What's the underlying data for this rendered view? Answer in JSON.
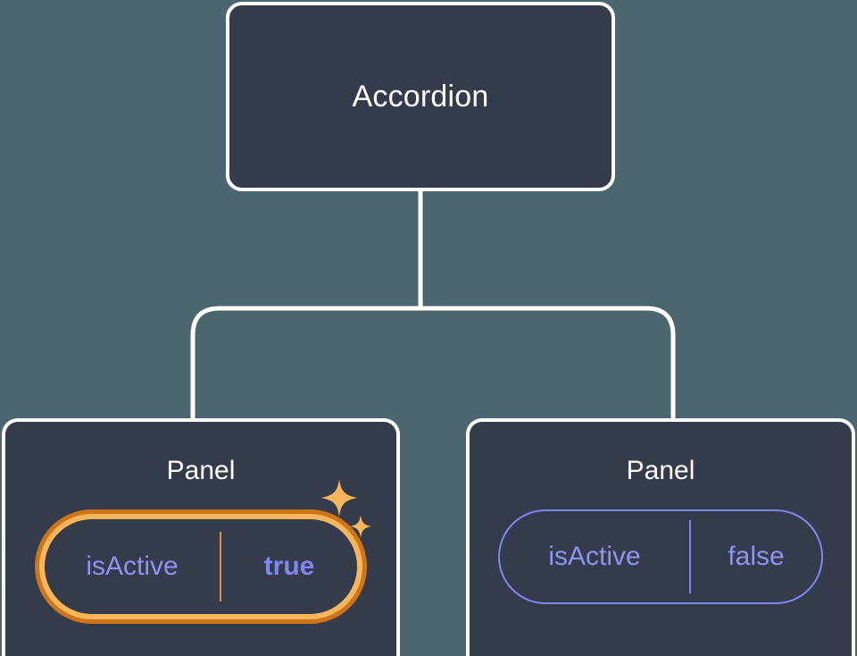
{
  "diagram": {
    "type": "component-tree",
    "background_color": "#4c6670",
    "node_fill_color": "#343b4a",
    "node_border_color": "#ffffff",
    "connector_color": "#ffffff",
    "accent_color": "#8f93f2",
    "highlight_outer_color": "#cd7518",
    "highlight_inner_color": "#f8b65c",
    "root": {
      "title": "Accordion"
    },
    "children": [
      {
        "title": "Panel",
        "highlighted": true,
        "prop": {
          "key": "isActive",
          "value": "true"
        },
        "sparkle_count": 2
      },
      {
        "title": "Panel",
        "highlighted": false,
        "prop": {
          "key": "isActive",
          "value": "false"
        }
      }
    ]
  }
}
